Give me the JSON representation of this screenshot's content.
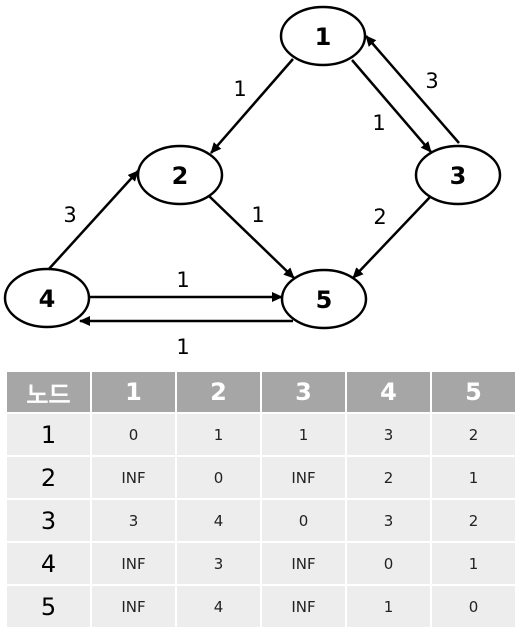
{
  "graph": {
    "nodes": [
      {
        "id": "1",
        "label": "1"
      },
      {
        "id": "2",
        "label": "2"
      },
      {
        "id": "3",
        "label": "3"
      },
      {
        "id": "4",
        "label": "4"
      },
      {
        "id": "5",
        "label": "5"
      }
    ],
    "edges": [
      {
        "from": "1",
        "to": "2",
        "weight": "1"
      },
      {
        "from": "1",
        "to": "3",
        "weight": "1"
      },
      {
        "from": "3",
        "to": "1",
        "weight": "3"
      },
      {
        "from": "2",
        "to": "5",
        "weight": "1"
      },
      {
        "from": "3",
        "to": "5",
        "weight": "2"
      },
      {
        "from": "4",
        "to": "2",
        "weight": "3"
      },
      {
        "from": "4",
        "to": "5",
        "weight": "1"
      },
      {
        "from": "5",
        "to": "4",
        "weight": "1"
      }
    ]
  },
  "table": {
    "corner_header": "노드",
    "column_headers": [
      "1",
      "2",
      "3",
      "4",
      "5"
    ],
    "rows": [
      {
        "label": "1",
        "cells": [
          "0",
          "1",
          "1",
          "3",
          "2"
        ]
      },
      {
        "label": "2",
        "cells": [
          "INF",
          "0",
          "INF",
          "2",
          "1"
        ]
      },
      {
        "label": "3",
        "cells": [
          "3",
          "4",
          "0",
          "3",
          "2"
        ]
      },
      {
        "label": "4",
        "cells": [
          "INF",
          "3",
          "INF",
          "0",
          "1"
        ]
      },
      {
        "label": "5",
        "cells": [
          "INF",
          "4",
          "INF",
          "1",
          "0"
        ]
      }
    ]
  }
}
